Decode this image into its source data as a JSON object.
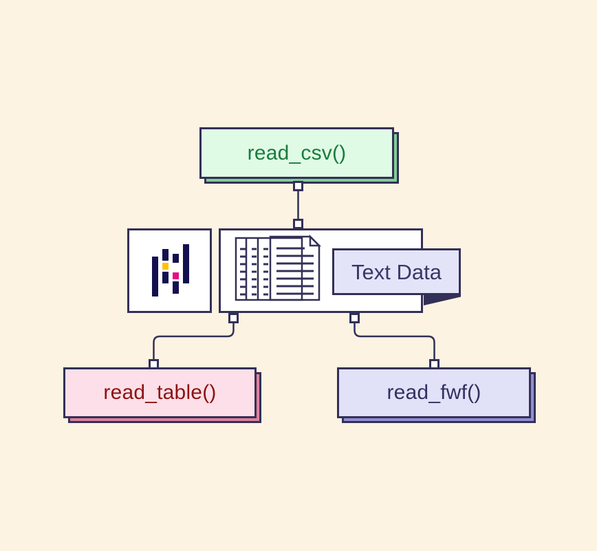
{
  "colors": {
    "background": "#fdf3e2",
    "line": "#333057",
    "pandas_navy": "#140f4f",
    "pandas_yellow": "#fec20b",
    "pandas_magenta": "#e50c84"
  },
  "diagram": {
    "type": "flowchart",
    "nodes": {
      "read_csv": {
        "label": "read_csv()",
        "fill": "#dffae5",
        "text_color": "#1a7c3e",
        "shadow": "#82cd96"
      },
      "read_table": {
        "label": "read_table()",
        "fill": "#fcdfe8",
        "text_color": "#8d1212",
        "shadow": "#df809b"
      },
      "read_fwf": {
        "label": "read_fwf()",
        "fill": "#e1e1f7",
        "text_color": "#333060",
        "shadow": "#928ed1"
      },
      "text_data": {
        "label": "Text Data",
        "fill": "#e4e4f9",
        "text_color": "#393768"
      }
    },
    "icons": {
      "pandas_logo": "pandas-logo-icon",
      "document_table": "document-table-icon"
    },
    "edges": [
      {
        "from": "read_csv",
        "to": "text_data_source"
      },
      {
        "from": "text_data_source",
        "to": "read_table"
      },
      {
        "from": "text_data_source",
        "to": "read_fwf"
      }
    ]
  }
}
